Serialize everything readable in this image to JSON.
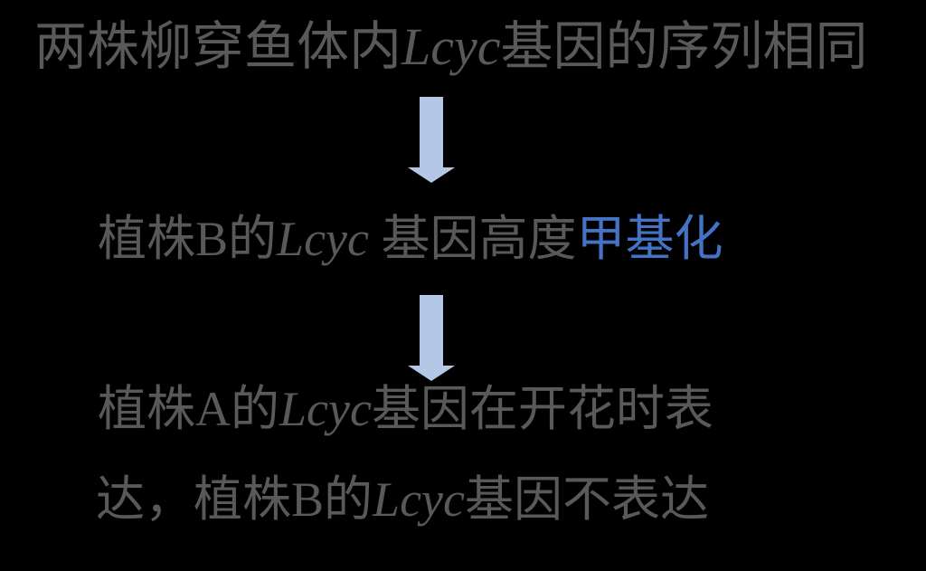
{
  "colors": {
    "background": "#000000",
    "text_gray": "#595959",
    "highlight_blue": "#4472C4",
    "arrow_fill": "#B4C7E7"
  },
  "diagram": {
    "step1": {
      "prefix": "两株柳穿鱼体内",
      "gene": "Lcyc",
      "suffix": "基因的序列相同"
    },
    "step2": {
      "prefix": "植株B的",
      "gene": "Lcyc",
      "middle": " 基因高度",
      "highlight": "甲基化"
    },
    "step3_line1": {
      "prefix": "植株A的",
      "gene": "Lcyc",
      "suffix": "基因在开花时表"
    },
    "step3_line2": {
      "prefix": "达，植株B的",
      "gene": "Lcyc",
      "suffix": "基因不表达"
    }
  }
}
